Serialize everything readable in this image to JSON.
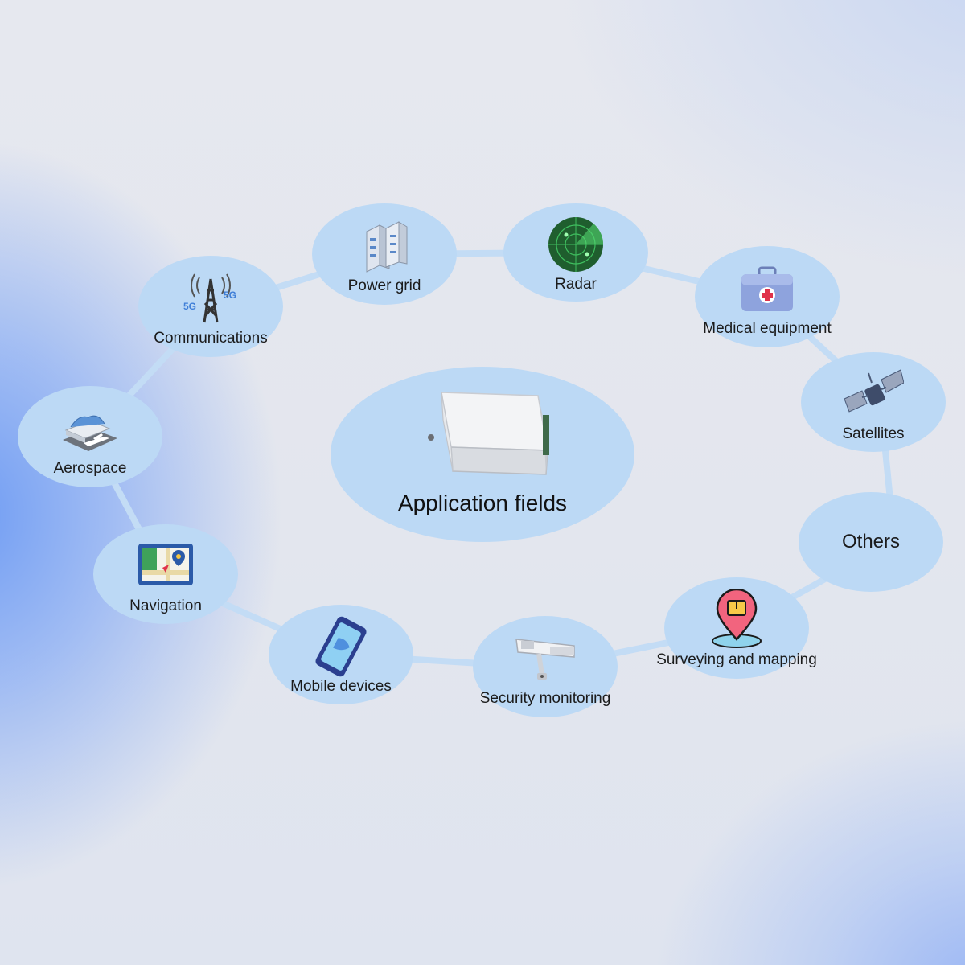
{
  "center": {
    "label": "Application fields"
  },
  "nodes": {
    "communications": {
      "label": "Communications",
      "badge": "5G",
      "icon": "cell-tower-icon"
    },
    "power_grid": {
      "label": "Power grid",
      "icon": "server-rack-icon"
    },
    "radar": {
      "label": "Radar",
      "icon": "radar-icon"
    },
    "medical": {
      "label": "Medical equipment",
      "icon": "medical-kit-icon"
    },
    "satellites": {
      "label": "Satellites",
      "icon": "satellite-icon"
    },
    "others": {
      "label": "Others"
    },
    "surveying": {
      "label": "Surveying and mapping",
      "icon": "map-pin-icon"
    },
    "security": {
      "label": "Security monitoring",
      "icon": "security-camera-icon"
    },
    "mobile": {
      "label": "Mobile devices",
      "icon": "smartphone-icon"
    },
    "navigation": {
      "label": "Navigation",
      "icon": "map-navigation-icon"
    },
    "aerospace": {
      "label": "Aerospace",
      "icon": "airport-plane-icon"
    }
  },
  "colors": {
    "node_fill": "#bcd9f5",
    "ring_stroke": "#c3dcf5",
    "accent_blue": "#3f7fd8",
    "radar_green": "#2f9a4a"
  }
}
